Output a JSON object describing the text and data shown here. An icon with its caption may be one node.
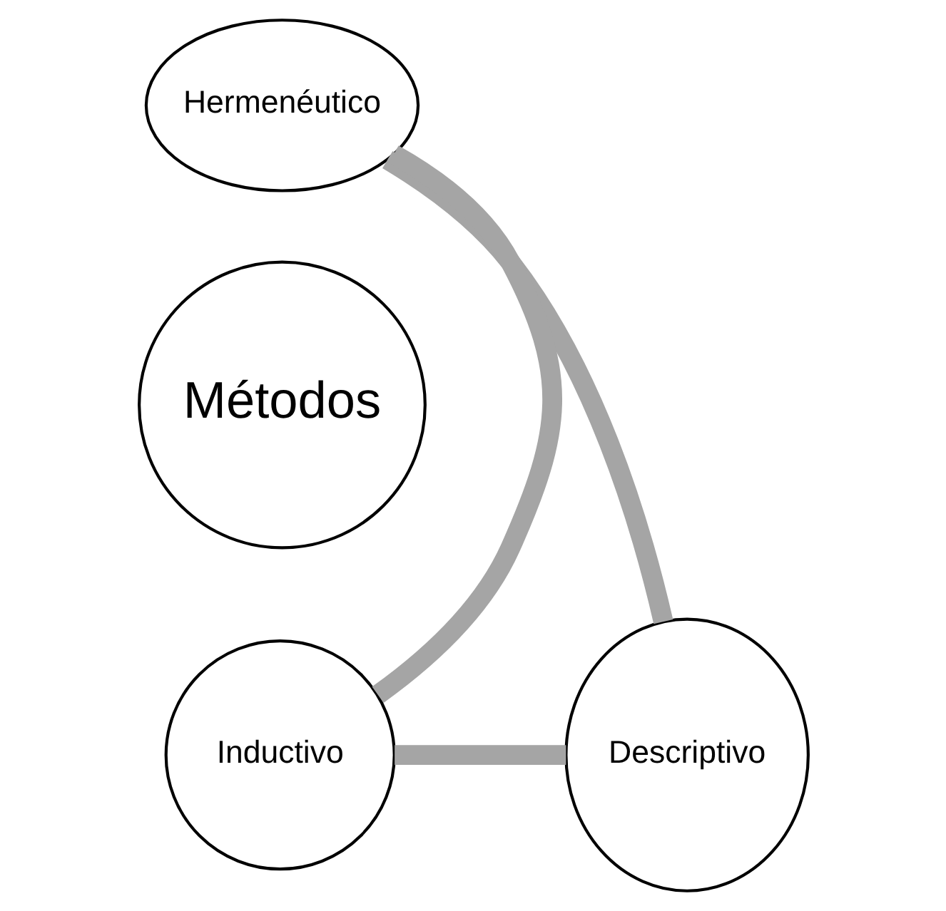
{
  "diagram": {
    "nodes": [
      {
        "text": [
          "Hermenéutico"
        ]
      },
      {
        "text": [
          "Métodos"
        ]
      },
      {
        "text": [
          "Inductivo"
        ]
      },
      {
        "text": [
          "Descriptivo"
        ]
      }
    ],
    "edges": [
      {
        "from": 0,
        "to": 3,
        "arrow": "none"
      },
      {
        "from": 3,
        "to": 2,
        "arrow": "none"
      },
      {
        "from": 2,
        "to": 0,
        "arrow": "none"
      }
    ]
  }
}
